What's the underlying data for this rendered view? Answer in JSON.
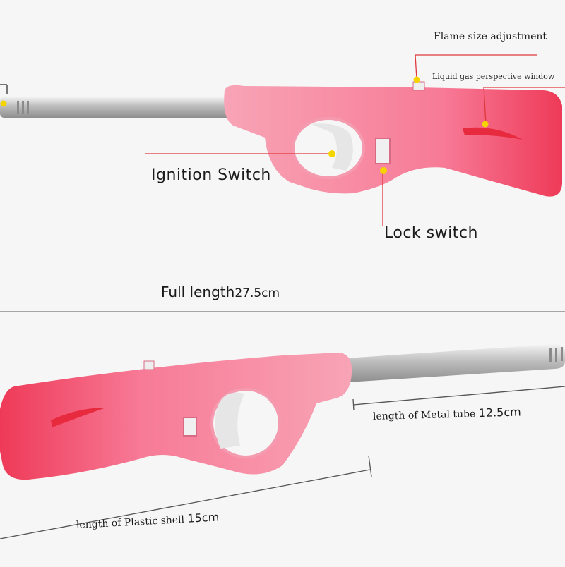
{
  "labels": {
    "flame_size": "Flame size adjustment",
    "liquid_gas": "Liquid gas perspective window",
    "ignition": "Ignition Switch",
    "lock": "Lock switch",
    "full_length_text": "Full length",
    "full_length_value": "27.5cm",
    "metal_tube_text": "length of Metal tube",
    "metal_tube_value": "12.5cm",
    "plastic_shell_text": "length of Plastic shell",
    "plastic_shell_value": "15cm"
  },
  "colors": {
    "pink_shell": "#f77a96",
    "pink_deep": "#f0425e",
    "metal": "#c9c9c9",
    "callout_line": "#e0383c",
    "callout_dot": "#f5d400",
    "divider": "#8a8a8a"
  }
}
